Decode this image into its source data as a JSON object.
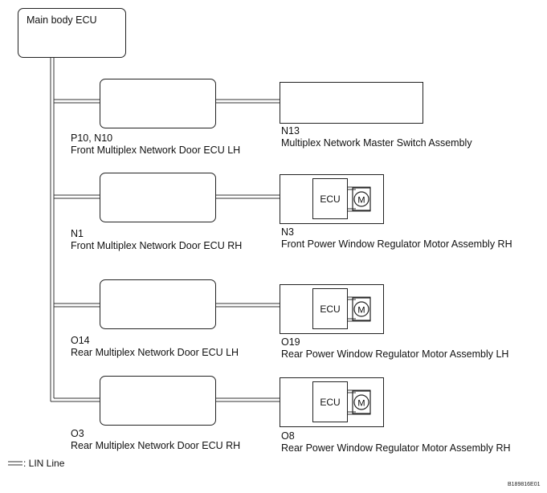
{
  "main_ecu": {
    "label": "Main body ECU"
  },
  "rows": [
    {
      "code": "P10, N10",
      "name": "Front Multiplex Network Door ECU LH",
      "target_code": "N13",
      "target_name": "Multiplex Network Master Switch Assembly",
      "target_has_motor": false
    },
    {
      "code": "N1",
      "name": "Front Multiplex Network Door ECU RH",
      "target_code": "N3",
      "target_name": "Front Power Window Regulator Motor Assembly RH",
      "target_has_motor": true
    },
    {
      "code": "O14",
      "name": "Rear Multiplex Network Door ECU LH",
      "target_code": "O19",
      "target_name": "Rear Power Window Regulator Motor Assembly LH",
      "target_has_motor": true
    },
    {
      "code": "O3",
      "name": "Rear Multiplex Network Door ECU RH",
      "target_code": "O8",
      "target_name": "Rear Power Window Regulator Motor Assembly RH",
      "target_has_motor": true
    }
  ],
  "inner": {
    "ecu_label": "ECU",
    "motor_label": "M"
  },
  "legend": {
    "label": ": LIN Line"
  },
  "figure_id": "B189816E01"
}
